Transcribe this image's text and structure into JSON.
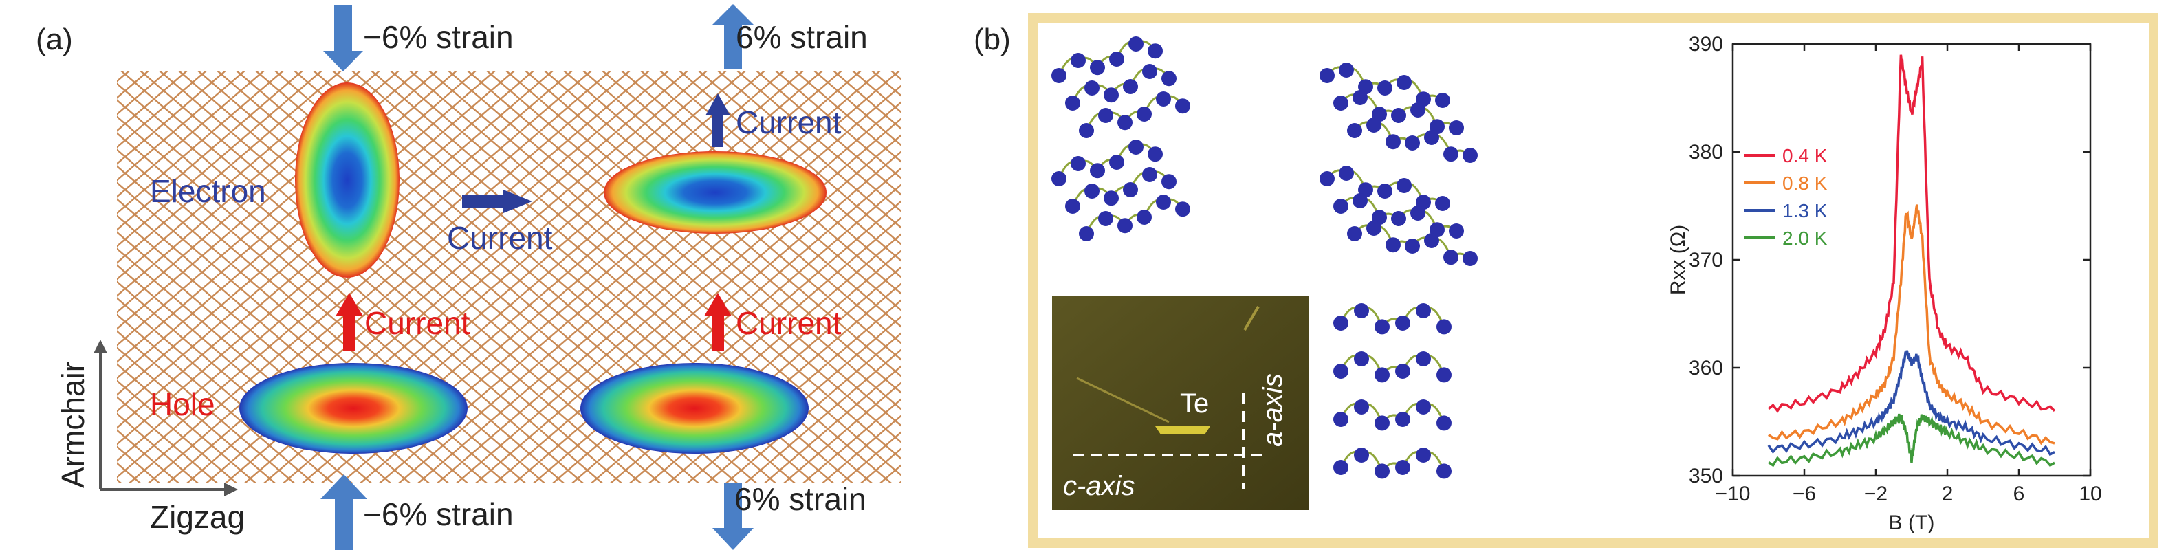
{
  "panel_a": {
    "label": "(a)",
    "strain_top_left": "−6% strain",
    "strain_top_right": "6% strain",
    "strain_bottom_left": "−6% strain",
    "strain_bottom_right": "6% strain",
    "electron_label": "Electron",
    "hole_label": "Hole",
    "current_mid": "Current",
    "current_up_left": "Current",
    "current_up_right": "Current",
    "current_top_right": "Current",
    "axis_vertical": "Armchair",
    "axis_horizontal": "Zigzag",
    "colors": {
      "electron_text": "#2f3f9e",
      "hole_text": "#e21b1b",
      "arrow_blue": "#4a7fc6",
      "current_blue": "#2c3e99",
      "current_red": "#e21b1b",
      "lattice": "#c98a55"
    }
  },
  "panel_b": {
    "label": "(b)",
    "inset_te_label": "Te",
    "inset_c_axis": "c-axis",
    "inset_a_axis": "a-axis",
    "frame_color": "#f2dda0",
    "atom_color": "#2b2fa8",
    "bond_color": "#8fa63a"
  },
  "chart_data": {
    "type": "line",
    "xlabel": "B (T)",
    "ylabel": "Rxx (Ω)",
    "xlim": [
      -10,
      10
    ],
    "ylim": [
      350,
      390
    ],
    "xticks": [
      "−10",
      "−6",
      "−2",
      "2",
      "6",
      "10"
    ],
    "yticks": [
      "350",
      "360",
      "370",
      "380",
      "390"
    ],
    "legend_position": "upper-left",
    "series": [
      {
        "name": "0.4 K",
        "color": "#e8203c",
        "x": [
          -8,
          -6,
          -4,
          -3,
          -2,
          -1.5,
          -1,
          -0.6,
          -0.3,
          0,
          0.3,
          0.6,
          1,
          1.5,
          2,
          3,
          4,
          6,
          8
        ],
        "y": [
          356.2,
          356.8,
          358.0,
          359.5,
          361.5,
          363.5,
          368.0,
          389.0,
          386.0,
          383.5,
          386.0,
          388.5,
          368.0,
          363.5,
          362.0,
          361.0,
          358.0,
          357.0,
          356.0
        ]
      },
      {
        "name": "0.8 K",
        "color": "#f07f2a",
        "x": [
          -8,
          -6,
          -4,
          -3,
          -2,
          -1.5,
          -1,
          -0.6,
          -0.3,
          0,
          0.3,
          0.6,
          1,
          1.5,
          2,
          3,
          4,
          6,
          8
        ],
        "y": [
          353.5,
          354.0,
          355.0,
          356.0,
          357.5,
          358.5,
          361.0,
          368.0,
          374.5,
          372.0,
          375.0,
          372.0,
          361.0,
          358.5,
          357.5,
          356.5,
          355.0,
          354.0,
          353.0
        ]
      },
      {
        "name": "1.3 K",
        "color": "#2e4ea8",
        "x": [
          -8,
          -6,
          -4,
          -3,
          -2,
          -1.5,
          -1,
          -0.6,
          -0.3,
          0,
          0.3,
          0.6,
          1,
          1.5,
          2,
          3,
          4,
          6,
          8
        ],
        "y": [
          352.5,
          352.8,
          353.5,
          354.2,
          355.0,
          355.8,
          357.0,
          359.5,
          361.5,
          360.5,
          361.0,
          359.0,
          356.5,
          355.5,
          355.0,
          354.5,
          353.5,
          352.8,
          352.2
        ]
      },
      {
        "name": "2.0 K",
        "color": "#3f9a3a",
        "x": [
          -8,
          -6,
          -4,
          -3,
          -2,
          -1.5,
          -1,
          -0.6,
          -0.3,
          0,
          0.3,
          0.6,
          1,
          1.5,
          2,
          3,
          4,
          6,
          8
        ],
        "y": [
          351.2,
          351.6,
          352.2,
          352.8,
          353.5,
          354.2,
          355.0,
          355.5,
          354.0,
          351.5,
          354.5,
          355.5,
          355.0,
          354.5,
          354.0,
          353.2,
          352.5,
          351.8,
          351.2
        ]
      }
    ]
  }
}
